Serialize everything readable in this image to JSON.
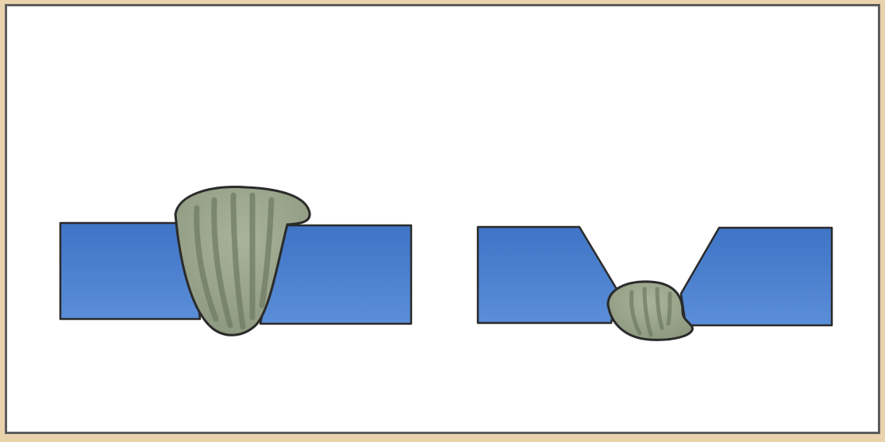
{
  "diagram": {
    "colors": {
      "frame_background": "#e9d3ad",
      "panel_background": "#ffffff",
      "panel_border": "#5c5c5c",
      "plate_fill": "#4a7fcf",
      "weld_fill": "#929e84",
      "weld_ripple": "#6f7c64",
      "outline": "#2b2b2b"
    },
    "figures": [
      {
        "name": "square-butt-joint",
        "weld_bead": "full-penetration-bead"
      },
      {
        "name": "single-v-groove-joint",
        "weld_bead": "root-pass-bead"
      }
    ]
  }
}
